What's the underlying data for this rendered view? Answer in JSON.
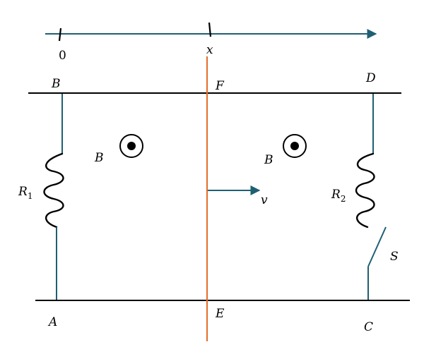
{
  "axis": {
    "origin_label": "0",
    "position_label": "x"
  },
  "points": {
    "B": "B",
    "F": "F",
    "D": "D",
    "A": "A",
    "E": "E",
    "C": "C"
  },
  "field": {
    "label_left": "B",
    "label_right": "B",
    "direction": "out-of-page"
  },
  "rod": {
    "velocity_label": "v",
    "color": "#e46c2a"
  },
  "resistors": {
    "r1": {
      "symbol": "R",
      "subscript": "1"
    },
    "r2": {
      "symbol": "R",
      "subscript": "2"
    }
  },
  "switch": {
    "label": "S",
    "state": "open"
  },
  "colors": {
    "wire": "#1f5f73",
    "rail": "#000000",
    "rod": "#e46c2a"
  }
}
